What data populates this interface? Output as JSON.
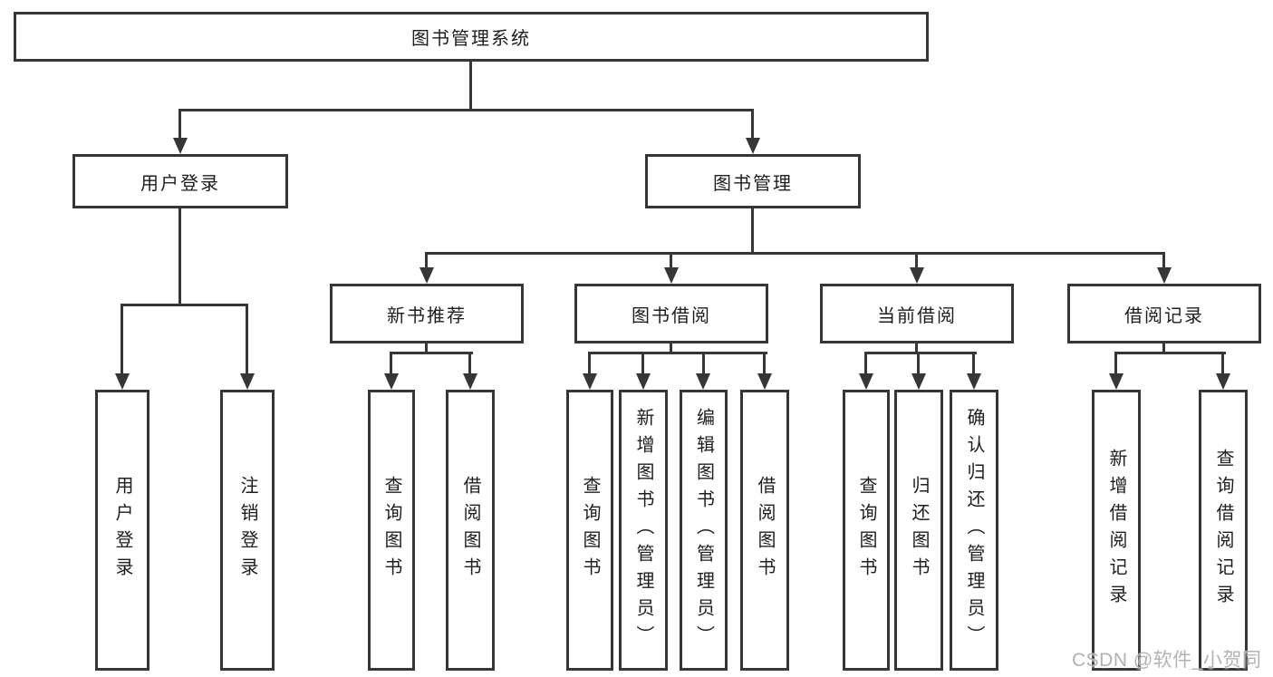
{
  "tree": {
    "root": "图书管理系统",
    "children": [
      {
        "label": "用户登录",
        "children": [
          {
            "label": "用户登录"
          },
          {
            "label": "注销登录"
          }
        ]
      },
      {
        "label": "图书管理",
        "children": [
          {
            "label": "新书推荐",
            "children": [
              {
                "label": "查询图书"
              },
              {
                "label": "借阅图书"
              }
            ]
          },
          {
            "label": "图书借阅",
            "children": [
              {
                "label": "查询图书"
              },
              {
                "label": "新增图书（管理员）"
              },
              {
                "label": "编辑图书（管理员）"
              },
              {
                "label": "借阅图书"
              }
            ]
          },
          {
            "label": "当前借阅",
            "children": [
              {
                "label": "查询图书"
              },
              {
                "label": "归还图书"
              },
              {
                "label": "确认归还（管理员）"
              }
            ]
          },
          {
            "label": "借阅记录",
            "children": [
              {
                "label": "新增借阅记录"
              },
              {
                "label": "查询借阅记录"
              }
            ]
          }
        ]
      }
    ]
  },
  "watermark": "CSDN @软件_小贺同学",
  "colors": {
    "line": "#363636",
    "text": "#1e1e1e",
    "background": "#ffffff",
    "watermark": "#b3b1b3"
  }
}
